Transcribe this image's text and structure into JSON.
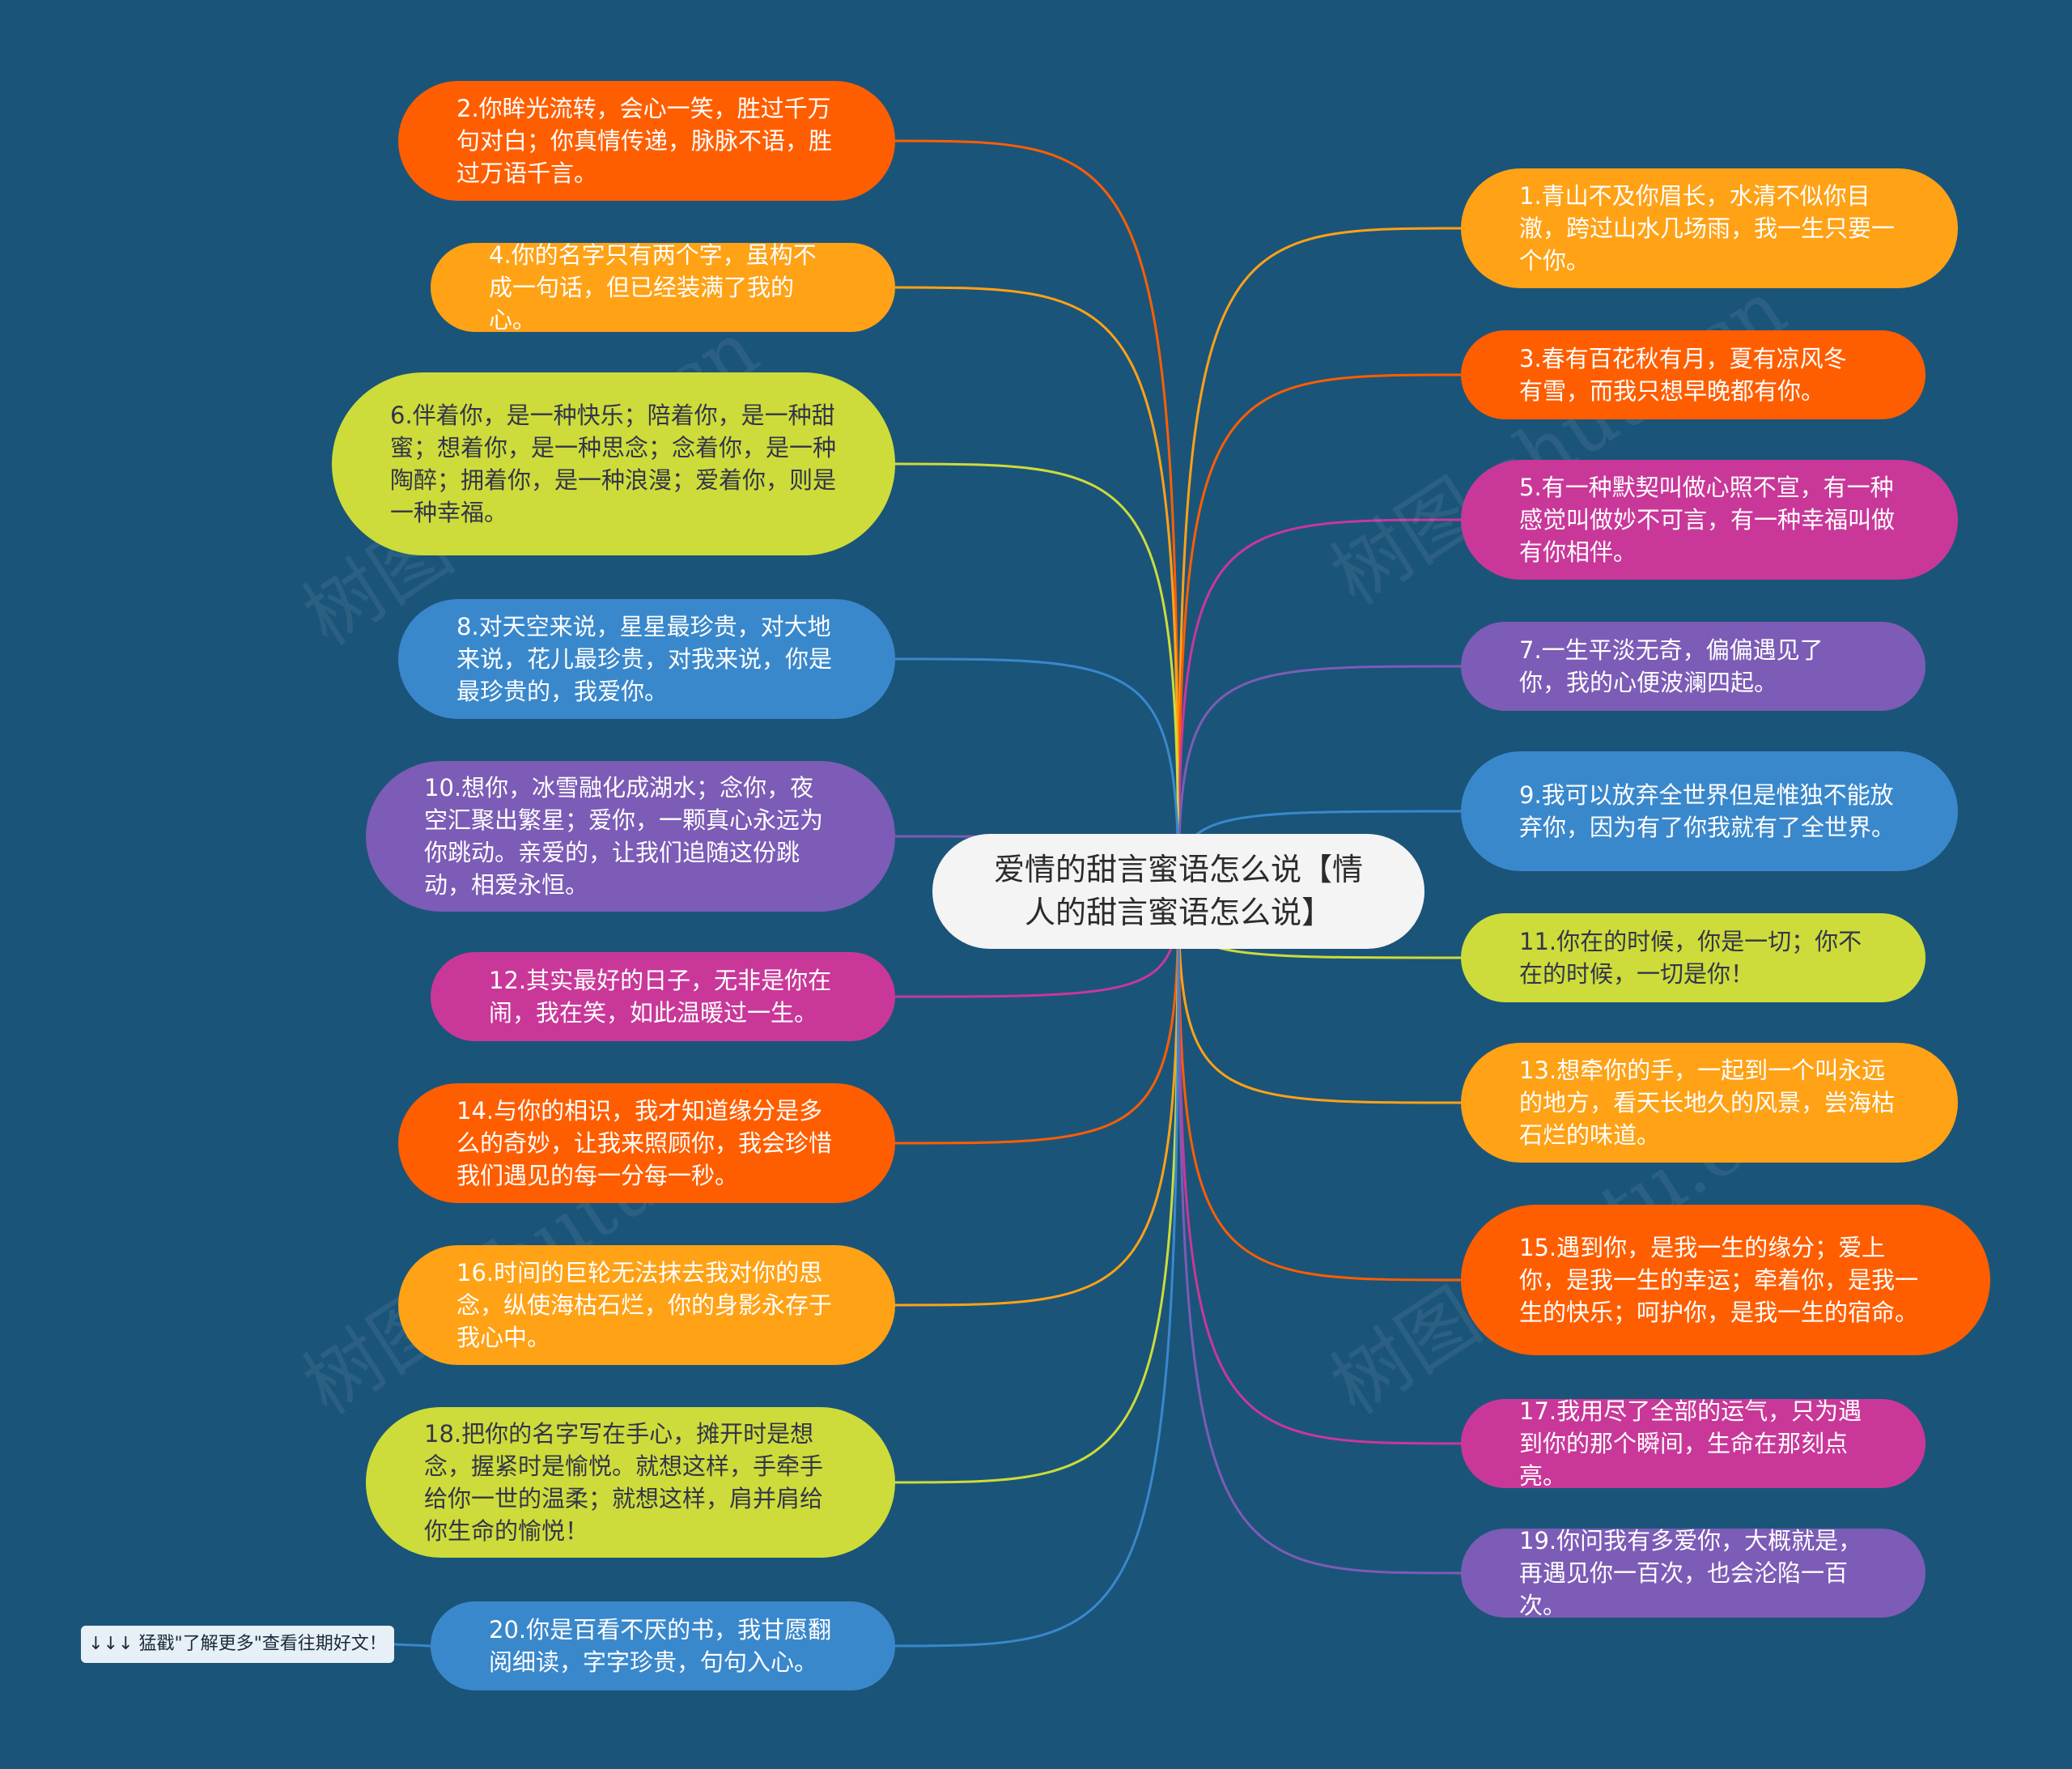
{
  "center": {
    "title": "爱情的甜言蜜语怎么说【情人的甜言蜜语怎么说】"
  },
  "note": {
    "text": "↓↓↓ 猛戳\"了解更多\"查看往期好文！"
  },
  "watermark": "树图 shutu.cn",
  "colors": {
    "background": "#1b5479",
    "orange_red": "#ff5e00",
    "orange": "#ffa216",
    "lime": "#cddc3a",
    "blue": "#3a88cc",
    "purple": "#7c5cb6",
    "magenta": "#c93899"
  },
  "nodes": [
    {
      "text": "1.青山不及你眉长，水清不似你目澈，跨过山水几场雨，我一生只要一个你。",
      "color": "#ffa216"
    },
    {
      "text": "2.你眸光流转，会心一笑，胜过千万句对白；你真情传递，脉脉不语，胜过万语千言。",
      "color": "#ff5e00"
    },
    {
      "text": "3.春有百花秋有月，夏有凉风冬有雪，而我只想早晚都有你。",
      "color": "#ff5e00"
    },
    {
      "text": "4.你的名字只有两个字，虽构不成一句话，但已经装满了我的心。",
      "color": "#ffa216"
    },
    {
      "text": "5.有一种默契叫做心照不宣，有一种感觉叫做妙不可言，有一种幸福叫做有你相伴。",
      "color": "#c93899"
    },
    {
      "text": "6.伴着你，是一种快乐；陪着你，是一种甜蜜；想着你，是一种思念；念着你，是一种陶醉；拥着你，是一种浪漫；爱着你，则是一种幸福。",
      "color": "#cddc3a"
    },
    {
      "text": "7.一生平淡无奇，偏偏遇见了你，我的心便波澜四起。",
      "color": "#7c5cb6"
    },
    {
      "text": "8.对天空来说，星星最珍贵，对大地来说，花儿最珍贵，对我来说，你是最珍贵的，我爱你。",
      "color": "#3a88cc"
    },
    {
      "text": "9.我可以放弃全世界但是惟独不能放弃你，因为有了你我就有了全世界。",
      "color": "#3a88cc"
    },
    {
      "text": "10.想你，冰雪融化成湖水；念你，夜空汇聚出繁星；爱你，一颗真心永远为你跳动。亲爱的，让我们追随这份跳动，相爱永恒。",
      "color": "#7c5cb6"
    },
    {
      "text": "11.你在的时候，你是一切；你不在的时候，一切是你！",
      "color": "#cddc3a"
    },
    {
      "text": "12.其实最好的日子，无非是你在闹，我在笑，如此温暖过一生。",
      "color": "#c93899"
    },
    {
      "text": "13.想牵你的手，一起到一个叫永远的地方，看天长地久的风景，尝海枯石烂的味道。",
      "color": "#ffa216"
    },
    {
      "text": "14.与你的相识，我才知道缘分是多么的奇妙，让我来照顾你，我会珍惜我们遇见的每一分每一秒。",
      "color": "#ff5e00"
    },
    {
      "text": "15.遇到你，是我一生的缘分；爱上你，是我一生的幸运；牵着你，是我一生的快乐；呵护你，是我一生的宿命。",
      "color": "#ff5e00"
    },
    {
      "text": "16.时间的巨轮无法抹去我对你的思念，纵使海枯石烂，你的身影永存于我心中。",
      "color": "#ffa216"
    },
    {
      "text": "17.我用尽了全部的运气，只为遇到你的那个瞬间，生命在那刻点亮。",
      "color": "#c93899"
    },
    {
      "text": "18.把你的名字写在手心，摊开时是想念，握紧时是愉悦。就想这样，手牵手给你一世的温柔；就想这样，肩并肩给你生命的愉悦！",
      "color": "#cddc3a"
    },
    {
      "text": "19.你问我有多爱你，大概就是，再遇见你一百次，也会沦陷一百次。",
      "color": "#7c5cb6"
    },
    {
      "text": "20.你是百看不厌的书，我甘愿翻阅细读，字字珍贵，句句入心。",
      "color": "#3a88cc"
    }
  ]
}
